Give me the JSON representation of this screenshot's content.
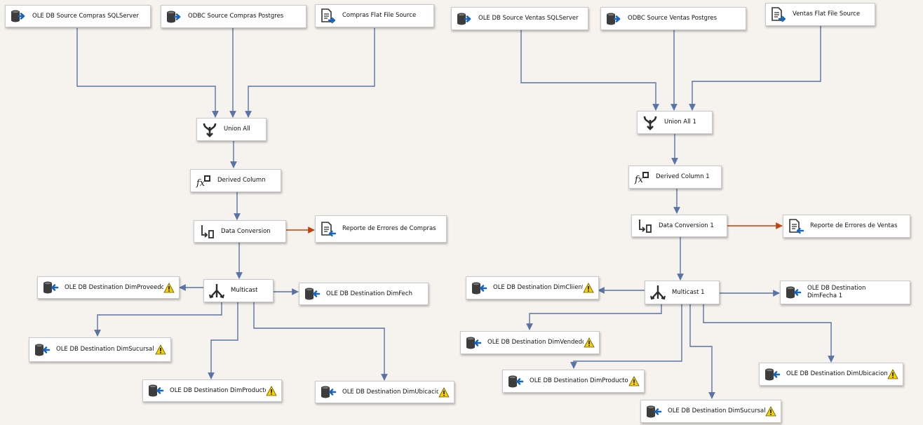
{
  "colors": {
    "canvas": "#f6f3ef",
    "flow_path": "#5a73a6",
    "error_path": "#c2410c",
    "warning": "#f5d000"
  },
  "compras": {
    "src_sql": {
      "label": "OLE DB Source Compras SQLServer",
      "icon": "database-source-icon"
    },
    "src_pg": {
      "label": "ODBC Source Compras Postgres",
      "icon": "database-source-icon"
    },
    "src_flat": {
      "label": "Compras Flat File Source",
      "icon": "flat-file-source-icon"
    },
    "union": {
      "label": "Union All",
      "icon": "union-all-icon"
    },
    "derived": {
      "label": "Derived Column",
      "icon": "derived-column-icon"
    },
    "convert": {
      "label": "Data Conversion",
      "icon": "data-conversion-icon"
    },
    "errors": {
      "label": "Reporte de Errores de Compras",
      "icon": "flat-file-destination-icon"
    },
    "multicast": {
      "label": "Multicast",
      "icon": "multicast-icon"
    },
    "d_proveedor": {
      "label": "OLE DB Destination DimProveedor",
      "warning": true
    },
    "d_fecha": {
      "label": "OLE DB Destination DimFecha",
      "warning": false
    },
    "d_sucursal": {
      "label": "OLE DB Destination DimSucursal",
      "warning": true
    },
    "d_producto": {
      "label": "OLE DB Destination DimProducto",
      "warning": true
    },
    "d_ubicacion": {
      "label": "OLE DB Destination DimUbicacion",
      "warning": true
    }
  },
  "ventas": {
    "src_sql": {
      "label": "OLE DB Source Ventas SQLServer",
      "icon": "database-source-icon"
    },
    "src_pg": {
      "label": "ODBC Source Ventas Postgres",
      "icon": "database-source-icon"
    },
    "src_flat": {
      "label": "Ventas Flat File Source",
      "icon": "flat-file-source-icon"
    },
    "union": {
      "label": "Union All 1",
      "icon": "union-all-icon"
    },
    "derived": {
      "label": "Derived Column 1",
      "icon": "derived-column-icon"
    },
    "convert": {
      "label": "Data Conversion 1",
      "icon": "data-conversion-icon"
    },
    "errors": {
      "label": "Reporte de Errores de Ventas",
      "icon": "flat-file-destination-icon"
    },
    "multicast": {
      "label": "Multicast 1",
      "icon": "multicast-icon"
    },
    "d_cliente": {
      "label": "OLE DB Destination DimCliiente",
      "warning": true
    },
    "d_fecha": {
      "label": "OLE DB Destination DimFecha 1",
      "warning": false
    },
    "d_vendedor": {
      "label": "OLE DB Destination DimVendedor",
      "warning": true
    },
    "d_producto": {
      "label": "OLE DB Destination DimProductoV",
      "warning": true
    },
    "d_ubicacion": {
      "label": "OLE DB Destination DimUbicacionV",
      "warning": true
    },
    "d_sucursal": {
      "label": "OLE DB Destination DimSucursalV",
      "warning": true
    }
  }
}
